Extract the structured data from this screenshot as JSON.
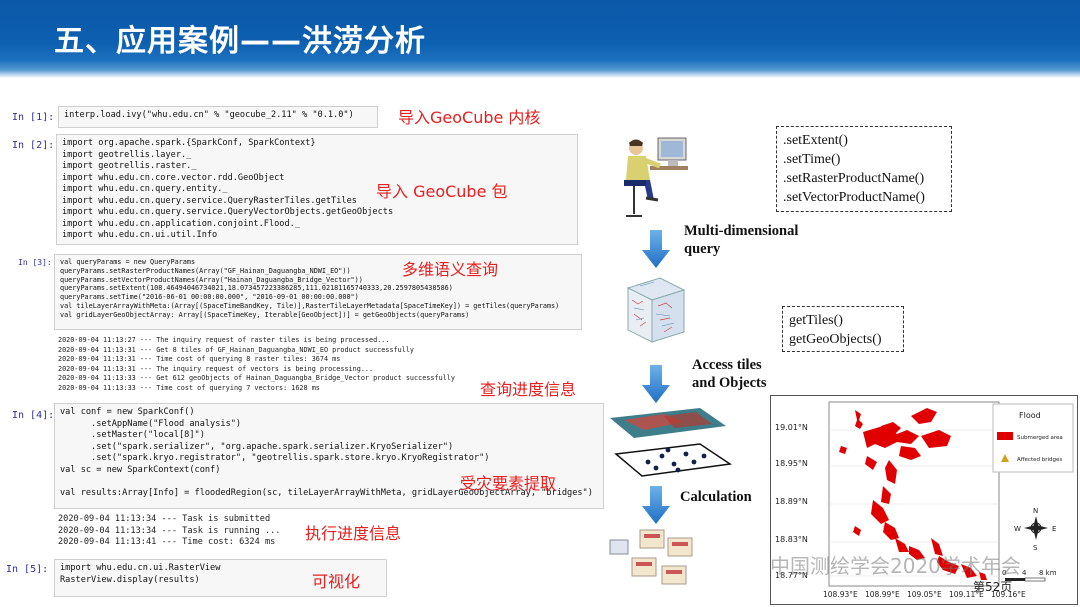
{
  "header": {
    "title": "五、应用案例——洪涝分析"
  },
  "cells": [
    {
      "prompt": "In  [1]:",
      "code": "interp.load.ivy(\"whu.edu.cn\" % \"geocube_2.11\" % \"0.1.0\")"
    },
    {
      "prompt": "In  [2]:",
      "code": "import org.apache.spark.{SparkConf, SparkContext}\nimport geotrellis.layer._\nimport geotrellis.raster._\nimport whu.edu.cn.core.vector.rdd.GeoObject\nimport whu.edu.cn.query.entity._\nimport whu.edu.cn.query.service.QueryRasterTiles.getTiles\nimport whu.edu.cn.query.service.QueryVectorObjects.getGeoObjects\nimport whu.edu.cn.application.conjoint.Flood._\nimport whu.edu.cn.ui.util.Info"
    },
    {
      "prompt": "In  [3]:",
      "code": "val queryParams = new QueryParams\nqueryParams.setRasterProductNames(Array(\"GF_Hainan_Daguangba_NDWI_EO\"))\nqueryParams.setVectorProductNames(Array(\"Hainan_Daguangba_Bridge_Vector\"))\nqueryParams.setExtent(108.46494046734021,18.073457223386285,111.02181165740333,20.2597805438586)\nqueryParams.setTime(\"2016-06-01 00:00:00.000\", \"2016-09-01 00:00:00.000\")\nval tileLayerArrayWithMeta:(Array[(SpaceTimeBandKey, Tile)],RasterTileLayerMetadata[SpaceTimeKey]) = getTiles(queryParams)\nval gridLayerGeoObjectArray: Array[(SpaceTimeKey, Iterable[GeoObject])] = getGeoObjects(queryParams)"
    },
    {
      "output": "2020-09-04 11:13:27 --- The inquiry request of raster tiles is being processed...\n2020-09-04 11:13:31 --- Get 8 tiles of GF_Hainan_Daguangba_NDWI_EO product successfully\n2020-09-04 11:13:31 --- Time cost of querying 8 raster tiles: 3674 ms\n2020-09-04 11:13:31 --- The inquiry request of vectors is being processing...\n2020-09-04 11:13:33 --- Get 612 geoObjects of Hainan_Daguangba_Bridge_Vector product successfully\n2020-09-04 11:13:33 --- Time cost of querying 7 vectors: 1628 ms"
    },
    {
      "prompt": "In  [4]:",
      "code": "val conf = new SparkConf()\n      .setAppName(\"Flood analysis\")\n      .setMaster(\"local[8]\")\n      .set(\"spark.serializer\", \"org.apache.spark.serializer.KryoSerializer\")\n      .set(\"spark.kryo.registrator\", \"geotrellis.spark.store.kryo.KryoRegistrator\")\nval sc = new SparkContext(conf)\n\nval results:Array[Info] = floodedRegion(sc, tileLayerArrayWithMeta, gridLayerGeoObjectArray, \"bridges\")"
    },
    {
      "output": "2020-09-04 11:13:34 --- Task is submitted\n2020-09-04 11:13:34 --- Task is running ...\n2020-09-04 11:13:41 --- Time cost: 6324 ms"
    },
    {
      "prompt": "In  [5]:",
      "code": "import whu.edu.cn.ui.RasterView\nRasterView.display(results)"
    }
  ],
  "annotations": {
    "a1": "导入GeoCube 内核",
    "a2": "导入 GeoCube 包",
    "a3": "多维语义查询",
    "a4": "查询进度信息",
    "a5": "受灾要素提取",
    "a6": "执行进度信息",
    "a7": "可视化"
  },
  "diagram": {
    "query_methods": ".setExtent()\n.setTime()\n.setRasterProductName()\n.setVectorProductName()",
    "label_query": "Multi-dimensional\nquery",
    "get_methods": "getTiles()\ngetGeoObjects()",
    "label_access": "Access tiles\nand Objects",
    "label_calc": "Calculation"
  },
  "map": {
    "legend_title": "Flood",
    "legend_items": [
      {
        "label": "Submerged area",
        "color": "#e00000"
      },
      {
        "label": "Affected bridges",
        "color": "#d4a020"
      }
    ],
    "y_ticks": [
      "19.01°N",
      "18.95°N",
      "18.89°N",
      "18.83°N",
      "18.77°N"
    ],
    "x_ticks": [
      "108.93°E",
      "108.99°E",
      "109.05°E",
      "109.11°E",
      "109.16°E"
    ],
    "scale_labels": [
      "0",
      "4",
      "8 km"
    ],
    "compass": {
      "n": "N",
      "s": "S",
      "e": "E",
      "w": "W"
    }
  },
  "watermark": "中国测绘学会2020学术年会",
  "page_number": "第52页"
}
